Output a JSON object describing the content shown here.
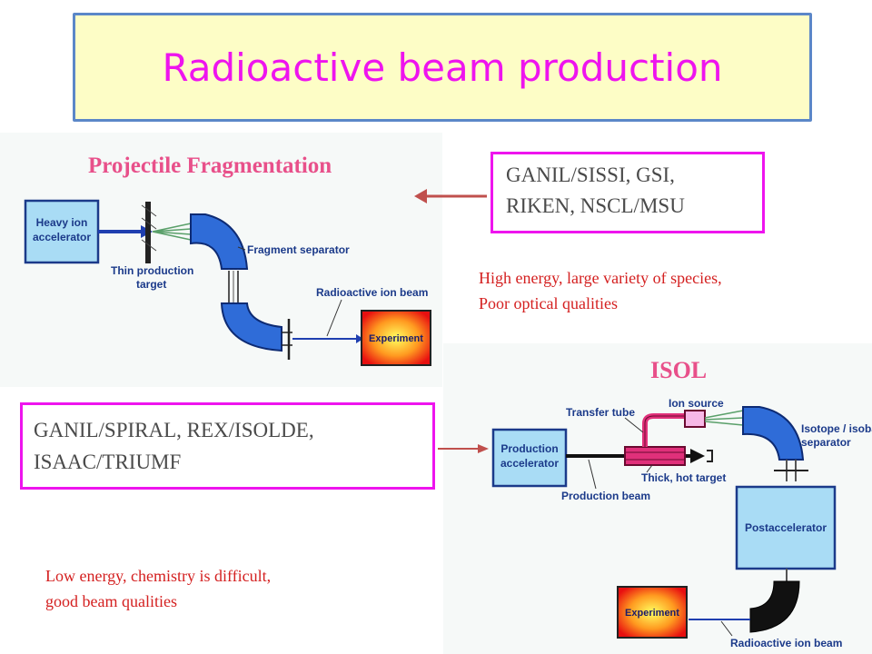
{
  "slide": {
    "title": "Radioactive beam production"
  },
  "fragmentation": {
    "heading": "Projectile Fragmentation",
    "accelerator_line1": "Heavy ion",
    "accelerator_line2": "accelerator",
    "target_line1": "Thin production",
    "target_line2": "target",
    "separator_label": "Fragment separator",
    "beam_label": "Radioactive ion beam",
    "experiment_label": "Experiment",
    "facilities_line1": "GANIL/SISSI, GSI,",
    "facilities_line2": "RIKEN, NSCL/MSU",
    "note_line1": "High energy, large variety of species,",
    "note_line2": "Poor optical qualities"
  },
  "isol": {
    "heading": "ISOL",
    "transfer_tube_label": "Transfer tube",
    "ion_source_label": "Ion source",
    "separator_line1": "Isotope / isobar",
    "separator_line2": "separator",
    "accelerator_line1": "Production",
    "accelerator_line2": "accelerator",
    "target_label": "Thick, hot target",
    "beam_label": "Production beam",
    "postaccelerator_label": "Postaccelerator",
    "experiment_label": "Experiment",
    "radioactive_beam_label": "Radioactive ion beam",
    "facilities_line1": "GANIL/SPIRAL, REX/ISOLDE,",
    "facilities_line2": "ISAAC/TRIUMF",
    "note_line1": "Low energy, chemistry is difficult,",
    "note_line2": "good beam qualities"
  },
  "colors": {
    "title_text": "#ee14ee",
    "title_bg": "#fdfdc6",
    "title_border": "#5b87c8",
    "box_border": "#ee14ee",
    "note_text": "#d42020",
    "accelerator_fill": "#a9dcf5",
    "magnet_fill": "#2f6cd8",
    "arrow": "#c0504d"
  }
}
